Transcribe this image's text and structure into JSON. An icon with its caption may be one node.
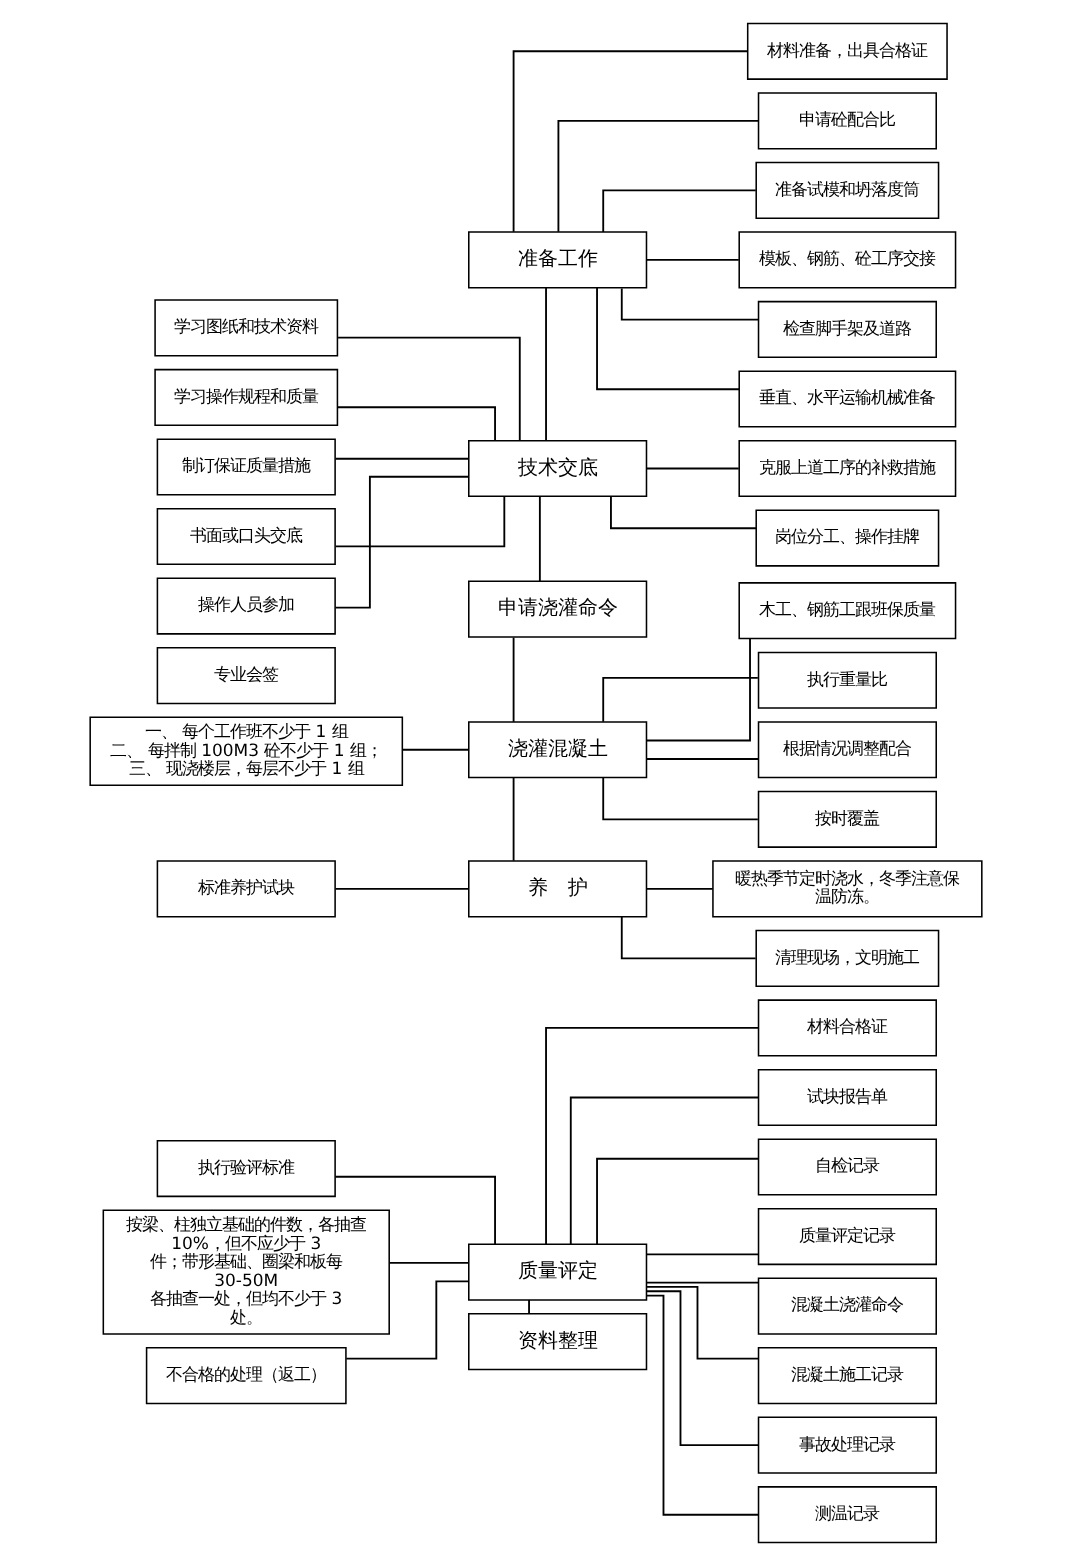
{
  "diagram": {
    "nodes": [
      {
        "text": [
          "材料准备，出具合格证"
        ]
      },
      {
        "text": [
          "申请砼配合比"
        ]
      },
      {
        "text": [
          "准备试模和坍落度筒"
        ]
      },
      {
        "text": [
          "模板、钢筋、砼工序交接"
        ]
      },
      {
        "text": [
          "检查脚手架及道路"
        ]
      },
      {
        "text": [
          "垂直、水平运输机械准备"
        ]
      },
      {
        "text": [
          "学习图纸和技术资料"
        ]
      },
      {
        "text": [
          "准备工作"
        ]
      },
      {
        "text": [
          "学习操作规程和质量"
        ]
      },
      {
        "text": [
          "制订保证质量措施"
        ]
      },
      {
        "text": [
          "书面或口头交底"
        ]
      },
      {
        "text": [
          "技术交底"
        ]
      },
      {
        "text": [
          "克服上道工序的补救措施"
        ]
      },
      {
        "text": [
          "岗位分工、操作挂牌"
        ]
      },
      {
        "text": [
          "操作人员参加"
        ]
      },
      {
        "text": [
          "木工、钢筋工跟班保质量"
        ]
      },
      {
        "text": [
          "专业会签"
        ]
      },
      {
        "text": [
          "申请浇灌命令"
        ]
      },
      {
        "text": [
          "执行重量比"
        ]
      },
      {
        "text": [
          "根据情况调整配合"
        ]
      },
      {
        "text": [
          "一、 每个工作班不少于 1 组",
          "二、 每拌制 100M3 砼不少于 1 组；",
          "三、 现浇楼层，每层不少于 1 组"
        ]
      },
      {
        "text": [
          "浇灌混凝土"
        ]
      },
      {
        "text": [
          "按时覆盖"
        ]
      },
      {
        "text": [
          "暖热季节定时浇水，冬季注意保温防冻。"
        ]
      },
      {
        "text": [
          "标准养护试块"
        ]
      },
      {
        "text": [
          "养　护"
        ]
      },
      {
        "text": [
          "清理现场，文明施工"
        ]
      },
      {
        "text": [
          "执行验评标准"
        ]
      },
      {
        "text": [
          "材料合格证"
        ]
      },
      {
        "text": [
          "按梁、柱独立基础的件数，各抽查 10%，但不应少于 3 件；带形基础、圈梁和板每 30-50M 各抽查一处，但均不少于 3 处。"
        ]
      },
      {
        "text": [
          "质量评定"
        ]
      },
      {
        "text": [
          "试块报告单"
        ]
      },
      {
        "text": [
          "自检记录"
        ]
      },
      {
        "text": [
          "质量评定记录"
        ]
      },
      {
        "text": [
          "混凝土浇灌命令"
        ]
      },
      {
        "text": [
          "混凝土施工记录"
        ]
      },
      {
        "text": [
          "事故处理记录"
        ]
      },
      {
        "text": [
          "不合格的处理（返工）"
        ]
      },
      {
        "text": [
          "资料整理"
        ]
      },
      {
        "text": [
          "测温记录"
        ]
      }
    ],
    "edges": [
      {
        "from": 7,
        "to": 0,
        "arrow": "none"
      },
      {
        "from": 7,
        "to": 1,
        "arrow": "none"
      },
      {
        "from": 7,
        "to": 2,
        "arrow": "none"
      },
      {
        "from": 7,
        "to": 3,
        "arrow": "none"
      },
      {
        "from": 7,
        "to": 4,
        "arrow": "none"
      },
      {
        "from": 7,
        "to": 5,
        "arrow": "none"
      },
      {
        "from": 7,
        "to": 11,
        "arrow": "none"
      },
      {
        "from": 6,
        "to": 11,
        "arrow": "none"
      },
      {
        "from": 8,
        "to": 11,
        "arrow": "none"
      },
      {
        "from": 9,
        "to": 11,
        "arrow": "none"
      },
      {
        "from": 10,
        "to": 11,
        "arrow": "none"
      },
      {
        "from": 14,
        "to": 11,
        "arrow": "none"
      },
      {
        "from": 11,
        "to": 12,
        "arrow": "none"
      },
      {
        "from": 11,
        "to": 13,
        "arrow": "none"
      },
      {
        "from": 11,
        "to": 17,
        "arrow": "none"
      },
      {
        "from": 17,
        "to": 21,
        "arrow": "none"
      },
      {
        "from": 21,
        "to": 15,
        "arrow": "none"
      },
      {
        "from": 21,
        "to": 18,
        "arrow": "none"
      },
      {
        "from": 21,
        "to": 19,
        "arrow": "none"
      },
      {
        "from": 21,
        "to": 22,
        "arrow": "none"
      },
      {
        "from": 20,
        "to": 21,
        "arrow": "none"
      },
      {
        "from": 21,
        "to": 25,
        "arrow": "none"
      },
      {
        "from": 24,
        "to": 25,
        "arrow": "none"
      },
      {
        "from": 25,
        "to": 23,
        "arrow": "none"
      },
      {
        "from": 25,
        "to": 26,
        "arrow": "none"
      },
      {
        "from": 27,
        "to": 30,
        "arrow": "none"
      },
      {
        "from": 29,
        "to": 30,
        "arrow": "none"
      },
      {
        "from": 37,
        "to": 30,
        "arrow": "none"
      },
      {
        "from": 30,
        "to": 28,
        "arrow": "none"
      },
      {
        "from": 30,
        "to": 31,
        "arrow": "none"
      },
      {
        "from": 30,
        "to": 32,
        "arrow": "none"
      },
      {
        "from": 30,
        "to": 33,
        "arrow": "none"
      },
      {
        "from": 30,
        "to": 34,
        "arrow": "none"
      },
      {
        "from": 30,
        "to": 35,
        "arrow": "none"
      },
      {
        "from": 30,
        "to": 36,
        "arrow": "none"
      },
      {
        "from": 30,
        "to": 39,
        "arrow": "none"
      },
      {
        "from": 30,
        "to": 38,
        "arrow": "none"
      }
    ]
  }
}
